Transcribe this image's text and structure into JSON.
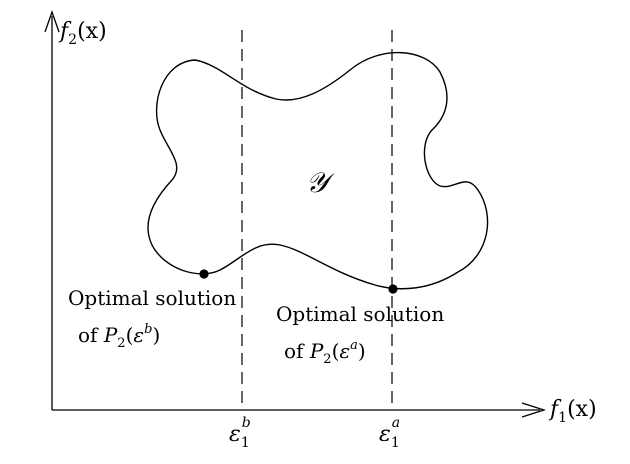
{
  "axes": {
    "y_label": {
      "base": "f",
      "sub": "2",
      "arg": "(x)"
    },
    "x_label": {
      "base": "f",
      "sub": "1",
      "arg": "(x)"
    }
  },
  "region": {
    "label": "𝒴"
  },
  "constraints": {
    "b": {
      "base": "ε",
      "sub": "1",
      "sup": "b"
    },
    "a": {
      "base": "ε",
      "sub": "1",
      "sup": "a"
    }
  },
  "points": {
    "b": {
      "line1": "Optimal solution",
      "line2_prefix": "of ",
      "fn": "P",
      "fn_sub": "2",
      "open": "(",
      "eps": "ε",
      "eps_sup": "b",
      "close": ")"
    },
    "a": {
      "line1": "Optimal solution",
      "line2_prefix": "of ",
      "fn": "P",
      "fn_sub": "2",
      "open": "(",
      "eps": "ε",
      "eps_sup": "a",
      "close": ")"
    }
  }
}
